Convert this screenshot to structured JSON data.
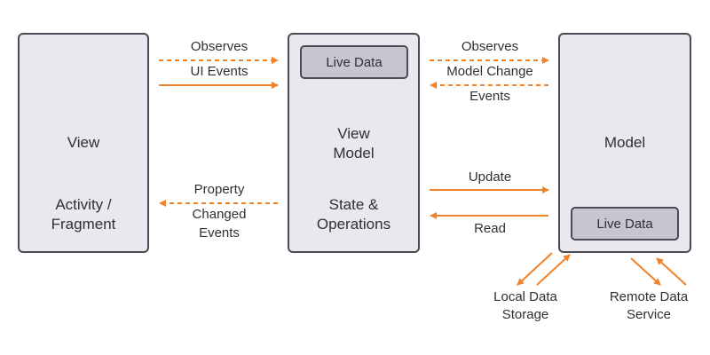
{
  "view": {
    "title": "View",
    "subtitle_line1": "Activity /",
    "subtitle_line2": "Fragment"
  },
  "view_model": {
    "title_line1": "View",
    "title_line2": "Model",
    "subtitle_line1": "State &",
    "subtitle_line2": "Operations",
    "live_data": "Live Data"
  },
  "model": {
    "title": "Model",
    "live_data": "Live Data"
  },
  "arrows": {
    "observes_left": "Observes",
    "ui_events": "UI Events",
    "property_line1": "Property",
    "property_line2": "Changed",
    "property_line3": "Events",
    "observes_right": "Observes",
    "model_change_line1": "Model Change",
    "model_change_line2": "Events",
    "update": "Update",
    "read": "Read"
  },
  "data_sources": {
    "local_line1": "Local Data",
    "local_line2": "Storage",
    "remote_line1": "Remote Data",
    "remote_line2": "Service"
  },
  "colors": {
    "arrow": "#f0822a",
    "box_fill": "#e8e8ee",
    "box_border": "#4b4b53",
    "pill_fill": "#c5c6cf",
    "text": "#2f2f36"
  }
}
